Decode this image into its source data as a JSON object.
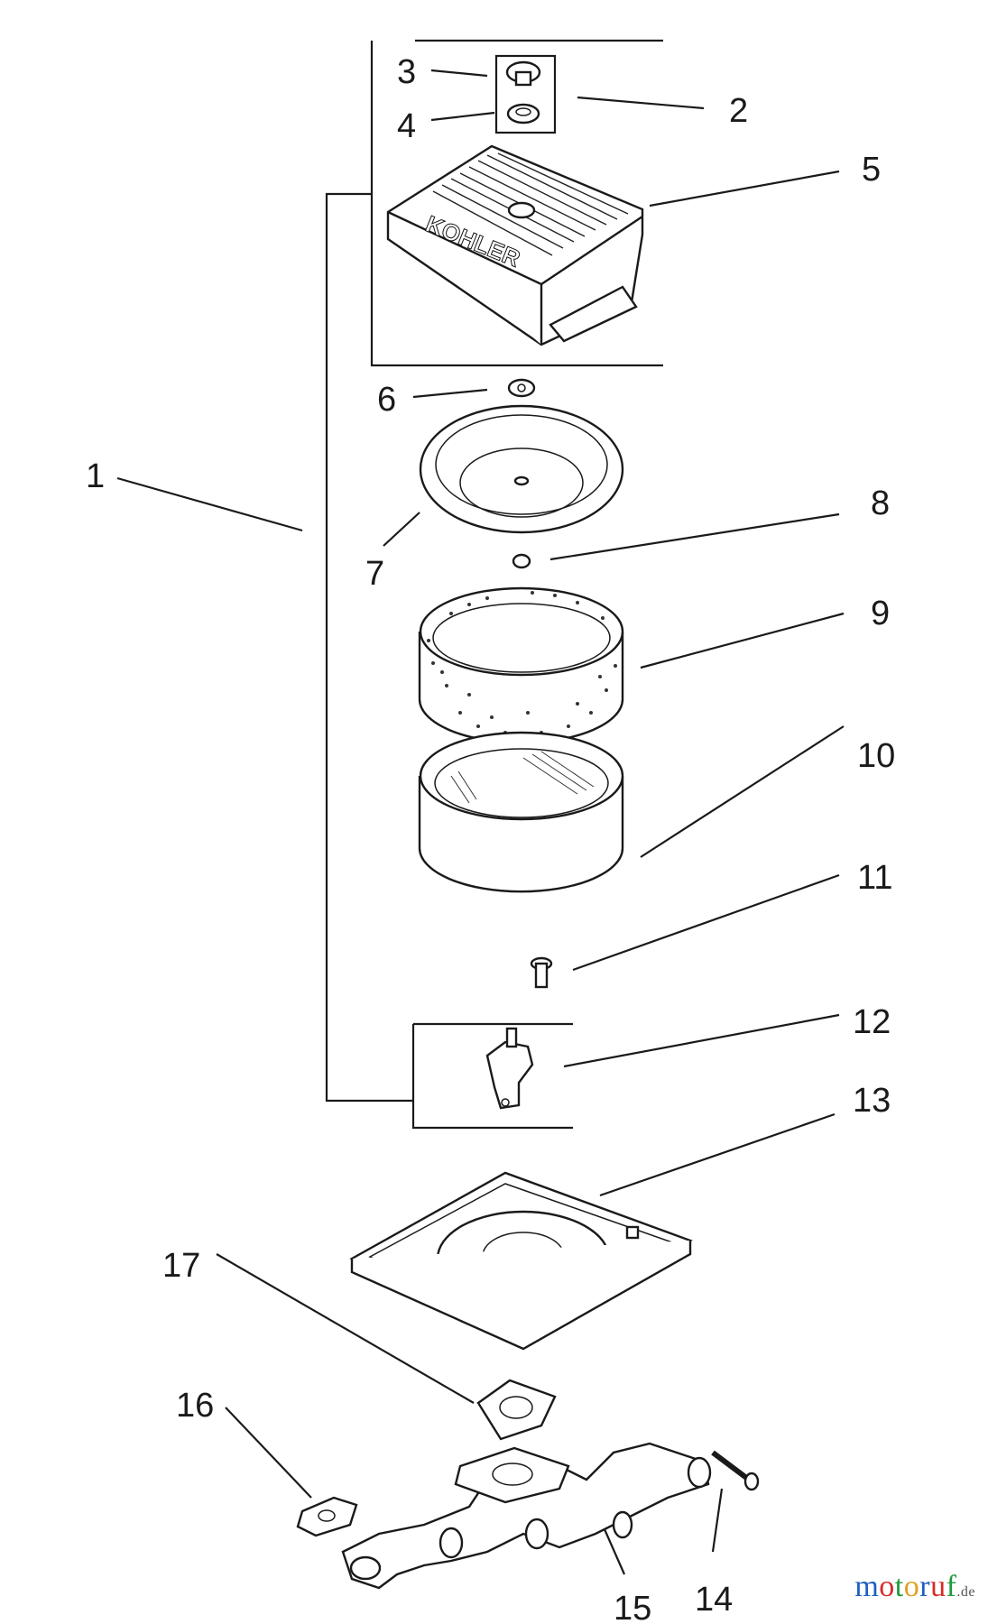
{
  "callouts": [
    {
      "id": "1",
      "text": "1"
    },
    {
      "id": "2",
      "text": "2"
    },
    {
      "id": "3",
      "text": "3"
    },
    {
      "id": "4",
      "text": "4"
    },
    {
      "id": "5",
      "text": "5"
    },
    {
      "id": "6",
      "text": "6"
    },
    {
      "id": "7",
      "text": "7"
    },
    {
      "id": "8",
      "text": "8"
    },
    {
      "id": "9",
      "text": "9"
    },
    {
      "id": "10",
      "text": "10"
    },
    {
      "id": "11",
      "text": "11"
    },
    {
      "id": "12",
      "text": "12"
    },
    {
      "id": "13",
      "text": "13"
    },
    {
      "id": "14",
      "text": "14"
    },
    {
      "id": "15",
      "text": "15"
    },
    {
      "id": "16",
      "text": "16"
    },
    {
      "id": "17",
      "text": "17"
    }
  ],
  "cover_brand": "KOHLER",
  "watermark": {
    "letters": [
      {
        "ch": "m",
        "color": "#1f5fbf"
      },
      {
        "ch": "o",
        "color": "#d62a2a"
      },
      {
        "ch": "t",
        "color": "#1f9a3a"
      },
      {
        "ch": "o",
        "color": "#e0a020"
      },
      {
        "ch": "r",
        "color": "#1f5fbf"
      },
      {
        "ch": "u",
        "color": "#d62a2a"
      },
      {
        "ch": "f",
        "color": "#1f9a3a"
      }
    ],
    "suffix": ".de"
  }
}
